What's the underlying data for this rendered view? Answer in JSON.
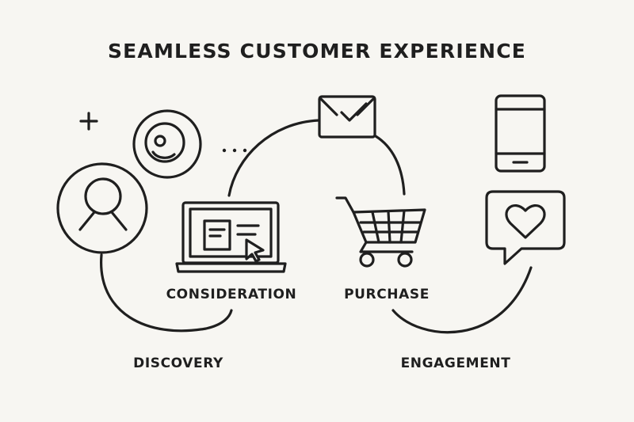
{
  "title": "SEAMLESS CUSTOMER EXPERIENCE",
  "stages": {
    "discovery": "DISCOVERY",
    "consideration": "CONSIDERATION",
    "purchase": "PURCHASE",
    "engagement": "ENGAGEMENT"
  },
  "icons": [
    "plus-icon",
    "user-circle-icon",
    "magnifier-icon",
    "laptop-icon",
    "cursor-icon",
    "envelope-check-icon",
    "shopping-cart-icon",
    "smartphone-icon",
    "heart-chat-icon"
  ],
  "colors": {
    "background": "#f7f6f2",
    "stroke": "#1f1f1f"
  }
}
